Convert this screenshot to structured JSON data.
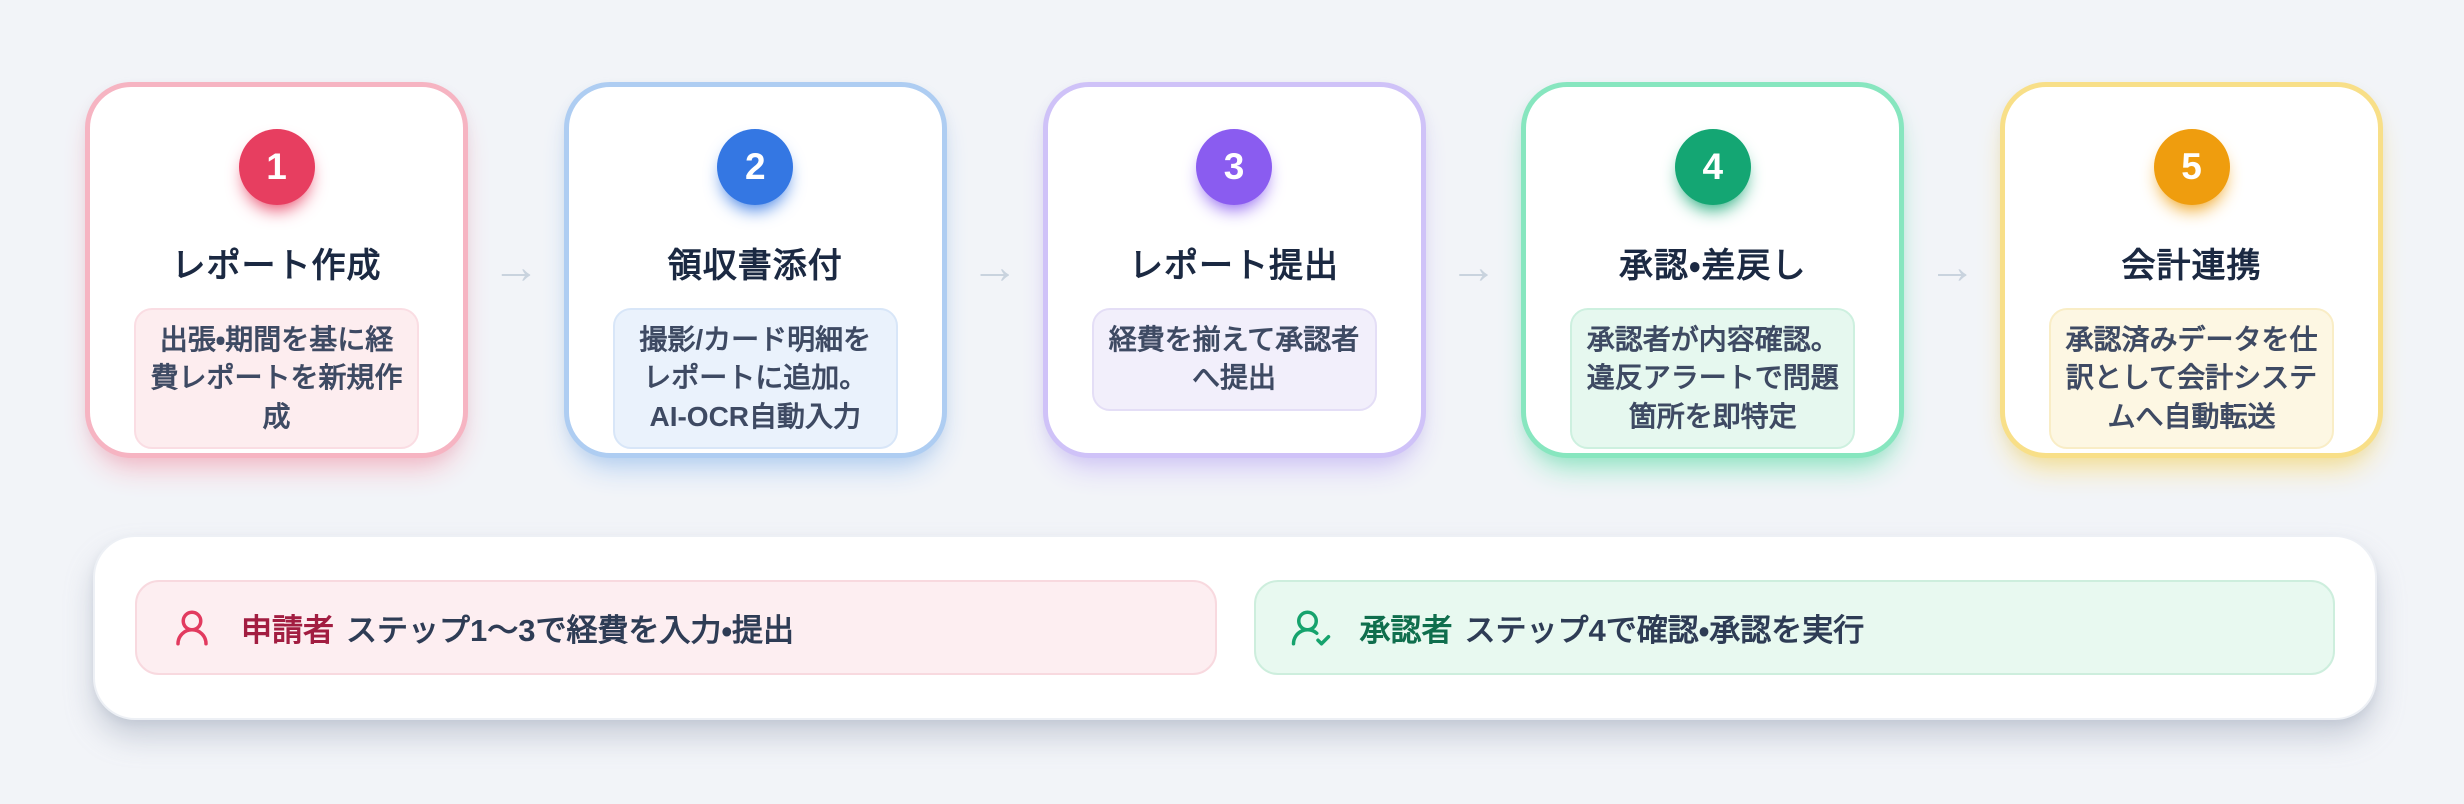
{
  "page": {
    "background": "#f2f4f8",
    "css": {
      "--page-bg": "#f2f4f8"
    }
  },
  "flow": {
    "arrow_glyph": "→",
    "arrow_color": "#c9d3de",
    "title_color": "#1b2942",
    "description_color": "#3e4a63",
    "steps": [
      {
        "number": "1",
        "title": "レポート作成",
        "description": "出張・期間を基に経費レポートを新規作成",
        "accent_color": "#e73e60",
        "css": {
          "--accent": "#e73e60",
          "--border": "#f6b4c2",
          "--desc-bg": "#fdedef",
          "--desc-border": "#fadde3"
        }
      },
      {
        "number": "2",
        "title": "領収書添付",
        "description": "撮影/カード明細をレポートに追加。AI-OCR自動入力",
        "accent_color": "#3477e3",
        "css": {
          "--accent": "#3477e3",
          "--border": "#aecdf2",
          "--desc-bg": "#eaf2fc",
          "--desc-border": "#d8e6f8"
        }
      },
      {
        "number": "3",
        "title": "レポート提出",
        "description": "経費を揃えて承認者へ提出",
        "accent_color": "#8a5cf0",
        "css": {
          "--accent": "#8a5cf0",
          "--border": "#cfc2f8",
          "--desc-bg": "#f2effb",
          "--desc-border": "#e4def6"
        }
      },
      {
        "number": "4",
        "title": "承認・差戻し",
        "description": "承認者が内容確認。違反アラートで問題箇所を即特定",
        "accent_color": "#14a673",
        "css": {
          "--accent": "#14a673",
          "--border": "#87e6bf",
          "--desc-bg": "#e6f8ef",
          "--desc-border": "#cdf0df"
        }
      },
      {
        "number": "5",
        "title": "会計連携",
        "description": "承認済みデータを仕訳として会計システムへ自動転送",
        "accent_color": "#ef9d0e",
        "css": {
          "--accent": "#ef9d0e",
          "--border": "#f8df88",
          "--desc-bg": "#fdf7e3",
          "--desc-border": "#f9edc6"
        }
      }
    ]
  },
  "legend": {
    "items": [
      {
        "role": "申請者",
        "description": "ステップ1〜3で経費を入力・提出",
        "icon": "user-icon",
        "role_color": "#a21d41",
        "icon_color": "#e23a5f",
        "css": {
          "--role-color": "#a21d41",
          "--icon-color": "#e23a5f",
          "--bg": "#fdeef1",
          "--border": "#f8d9df"
        }
      },
      {
        "role": "承認者",
        "description": "ステップ4で確認・承認を実行",
        "icon": "user-check-icon",
        "role_color": "#0f6e4d",
        "icon_color": "#16a36d",
        "css": {
          "--role-color": "#0f6e4d",
          "--icon-color": "#16a36d",
          "--bg": "#e8f9f0",
          "--border": "#cdeedd"
        }
      }
    ]
  }
}
